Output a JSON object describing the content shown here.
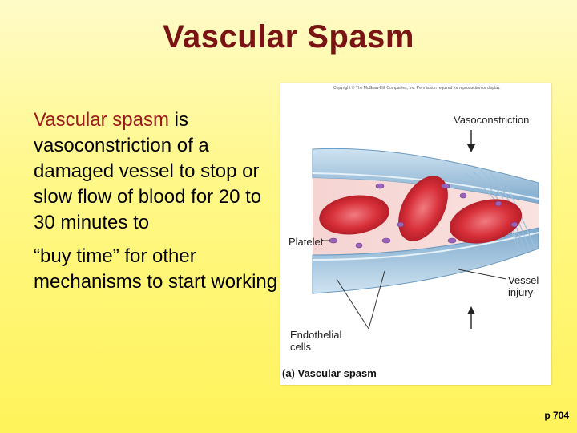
{
  "slide": {
    "title": "Vascular Spasm",
    "body": {
      "highlight": "Vascular spasm",
      "part1_rest": " is vasoconstriction of a damaged vessel to stop or slow flow of blood for 20 to 30 minutes to",
      "part2": "“buy time” for other mechanisms to start working"
    },
    "page_ref": "p 704"
  },
  "figure": {
    "copyright": "Copyright © The McGraw-Hill Companies, Inc. Permission required for reproduction or display.",
    "labels": {
      "vasoconstriction": "Vasoconstriction",
      "platelet": "Platelet",
      "vessel_injury_line1": "Vessel",
      "vessel_injury_line2": "injury",
      "endothelial_line1": "Endothelial",
      "endothelial_line2": "cells"
    },
    "caption": "(a) Vascular spasm"
  },
  "colors": {
    "title": "#7a1414",
    "highlight": "#9b1b1b",
    "blood_cell": "#d8303a",
    "platelet": "#9a63b8",
    "vessel_wall": "#8fb8d8"
  }
}
